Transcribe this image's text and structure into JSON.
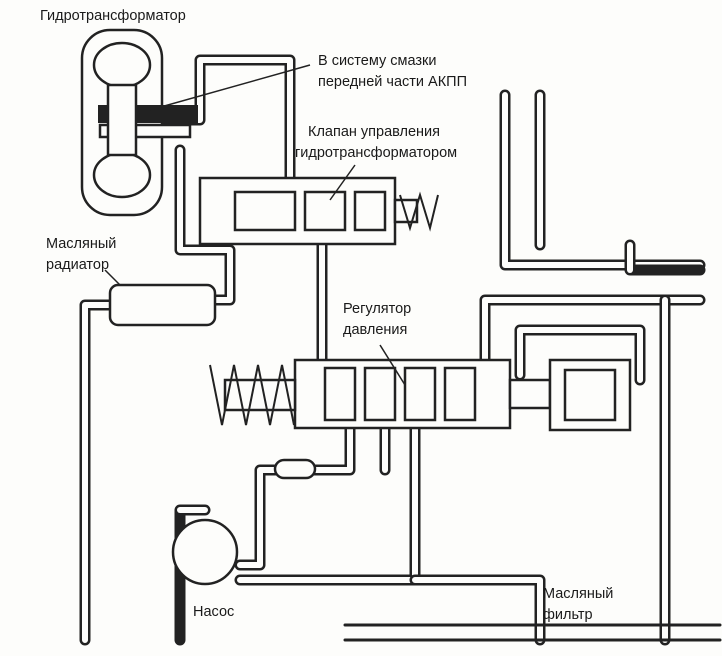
{
  "labels": {
    "torque_converter": "Гидротрансформатор",
    "lubrication_line1": "В систему смазки",
    "lubrication_line2": "передней части АКПП",
    "converter_valve_line1": "Клапан управления",
    "converter_valve_line2": "гидротрансформатором",
    "oil_cooler_line1": "Масляный",
    "oil_cooler_line2": "радиатор",
    "pressure_regulator_line1": "Регулятор",
    "pressure_regulator_line2": "давления",
    "pump": "Насос",
    "oil_filter_line1": "Масляный",
    "oil_filter_line2": "фильтр"
  },
  "colors": {
    "ink": "#222222",
    "paper": "#fdfdfb"
  }
}
